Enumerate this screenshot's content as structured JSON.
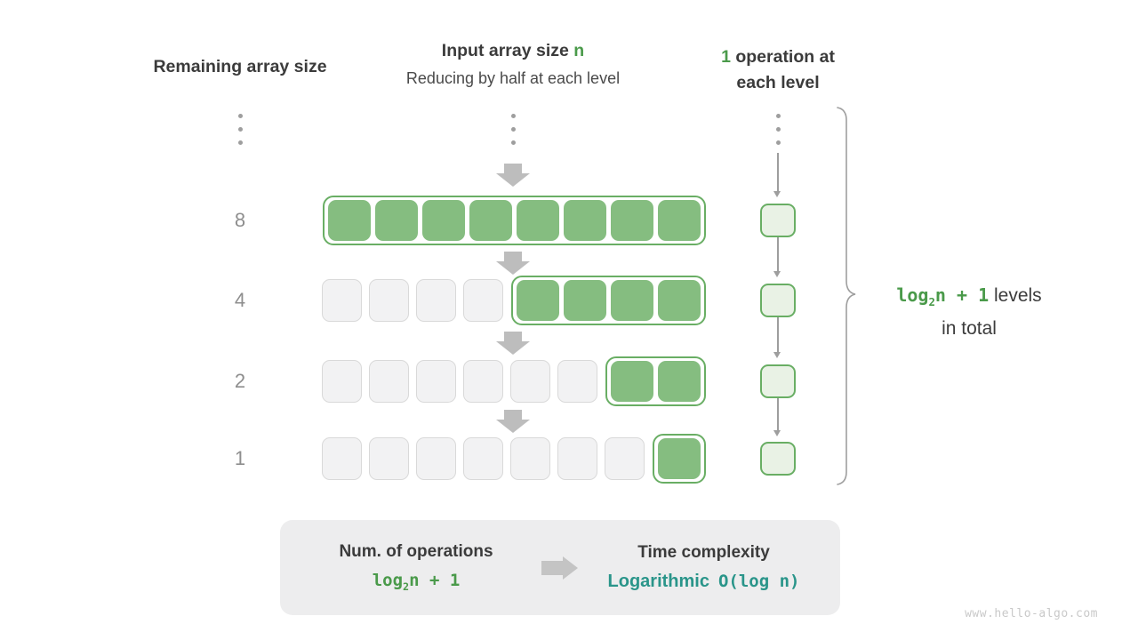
{
  "headers": {
    "left": "Remaining array size",
    "center_title": "Input array size ",
    "center_title_highlight": "n",
    "center_subtitle": "Reducing by half at each level",
    "right_highlight": "1",
    "right_line1_rest": " operation at",
    "right_line2": "each level"
  },
  "rows": [
    {
      "label": "8",
      "inactive_cells": 0,
      "active_cells": 8
    },
    {
      "label": "4",
      "inactive_cells": 4,
      "active_cells": 4
    },
    {
      "label": "2",
      "inactive_cells": 6,
      "active_cells": 2
    },
    {
      "label": "1",
      "inactive_cells": 7,
      "active_cells": 1
    }
  ],
  "operations_column": {
    "levels": 4
  },
  "brace_note": {
    "formula": {
      "prefix": "log",
      "sub": "2",
      "suffix": "n + 1"
    },
    "line1_text": " levels",
    "line2_text": "in total"
  },
  "summary": {
    "operations_title": "Num. of operations",
    "operations_formula": {
      "prefix": "log",
      "sub": "2",
      "suffix": "n + 1"
    },
    "complexity_title": "Time complexity",
    "complexity_name": "Logarithmic",
    "complexity_big_o": "O(log n)"
  },
  "watermark": "www.hello-algo.com",
  "colors": {
    "active_fill": "#85BD80",
    "active_border": "#69AE64",
    "inactive_fill": "#F2F2F3",
    "inactive_border": "#D9D9D9",
    "op_fill": "#E9F2E5",
    "green_text": "#4A9A4A",
    "teal_text": "#2A958A",
    "arrow_gray": "#BDBDBD",
    "line_gray": "#9E9E9E"
  }
}
